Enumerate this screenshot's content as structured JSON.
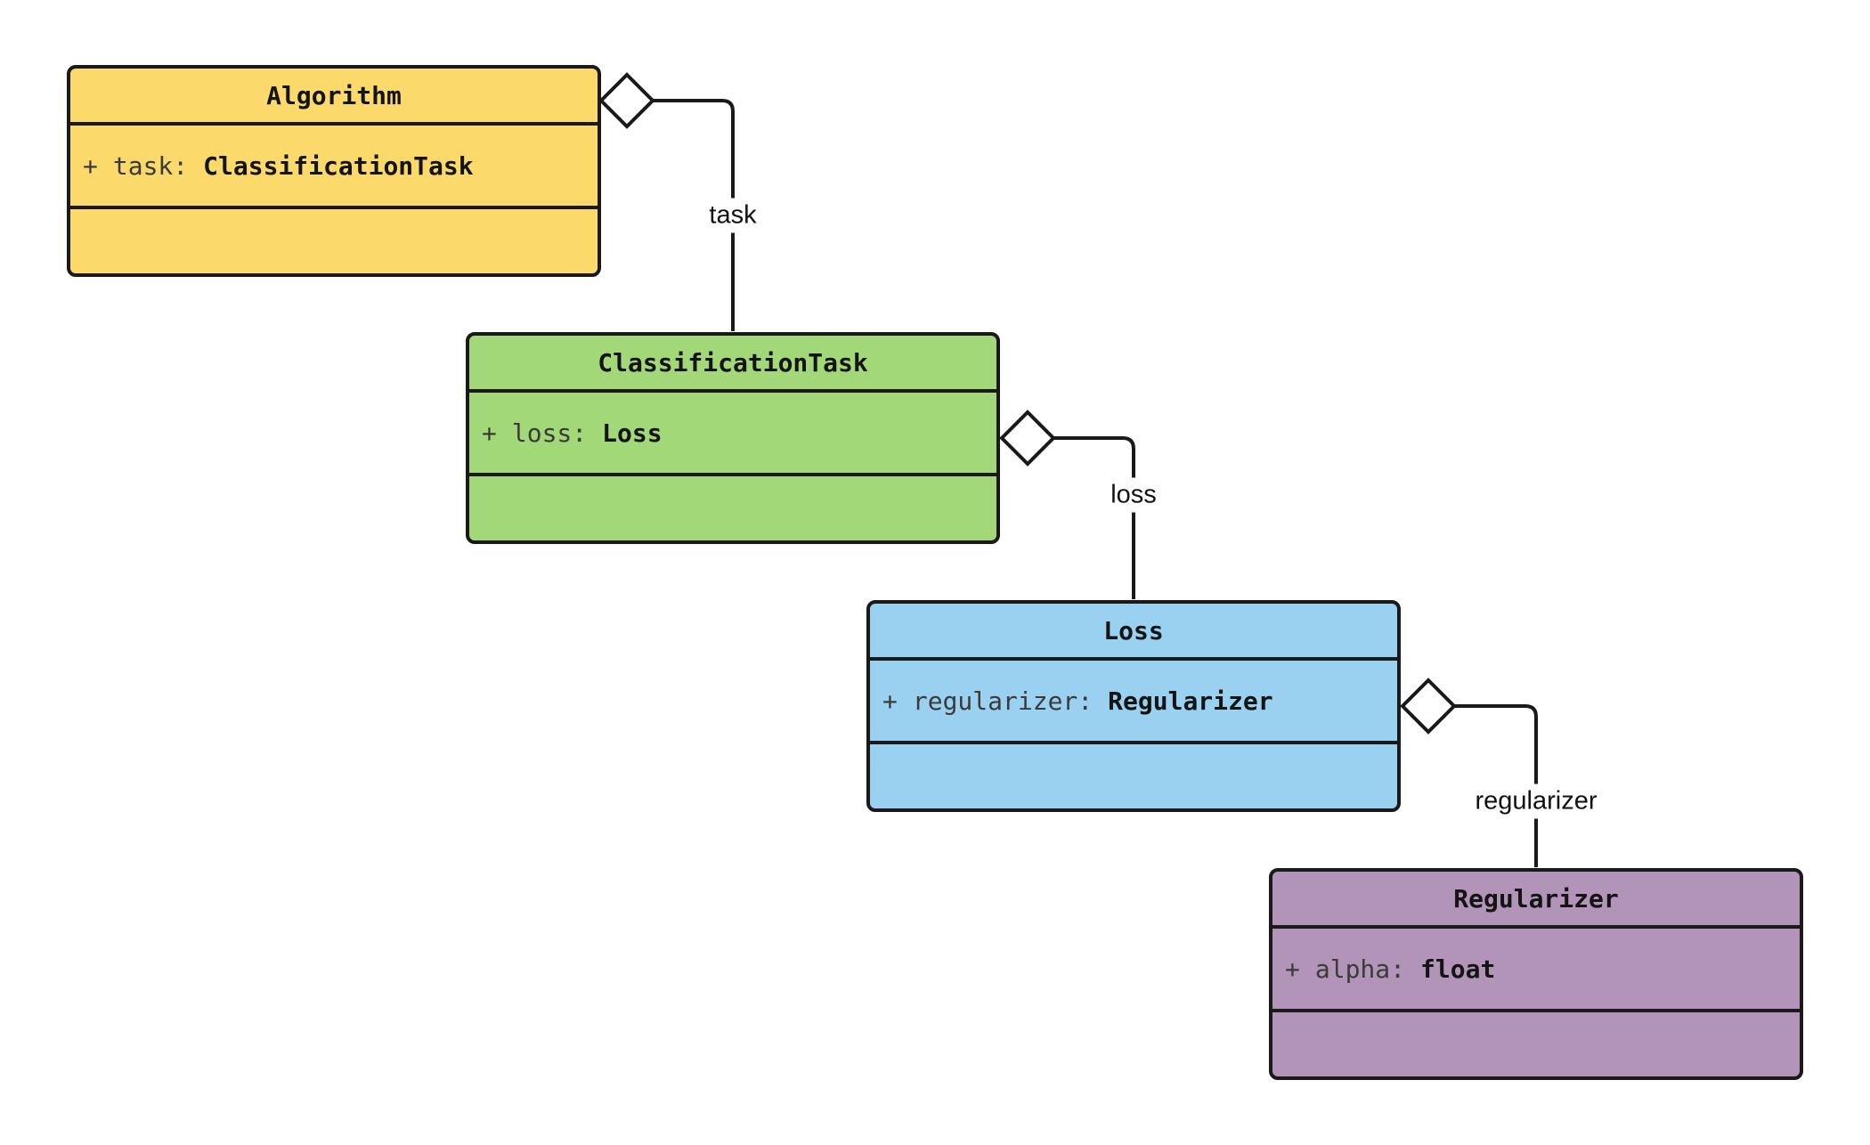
{
  "page": {
    "background": "#ffffff",
    "line_color": "#1a1a1a",
    "label_text_color": "#111111",
    "attribute_name_color": "#3a3a3a",
    "attribute_type_color": "#141414"
  },
  "diagram": {
    "kind": "uml-class-diagram",
    "classes": [
      {
        "name": "Algorithm",
        "fill": "#FBDA6B",
        "attribute": {
          "visibility": "+",
          "name": "task:",
          "type": "ClassificationTask"
        }
      },
      {
        "name": "ClassificationTask",
        "fill": "#A2D878",
        "attribute": {
          "visibility": "+",
          "name": "loss:",
          "type": "Loss"
        }
      },
      {
        "name": "Loss",
        "fill": "#9AD1F0",
        "attribute": {
          "visibility": "+",
          "name": "regularizer:",
          "type": "Regularizer"
        }
      },
      {
        "name": "Regularizer",
        "fill": "#B294B8",
        "attribute": {
          "visibility": "+",
          "name": "alpha:",
          "type": "float"
        }
      }
    ],
    "relations": [
      {
        "from": "Algorithm",
        "to": "ClassificationTask",
        "label": "task",
        "type": "aggregation"
      },
      {
        "from": "ClassificationTask",
        "to": "Loss",
        "label": "loss",
        "type": "aggregation"
      },
      {
        "from": "Loss",
        "to": "Regularizer",
        "label": "regularizer",
        "type": "aggregation"
      }
    ]
  }
}
